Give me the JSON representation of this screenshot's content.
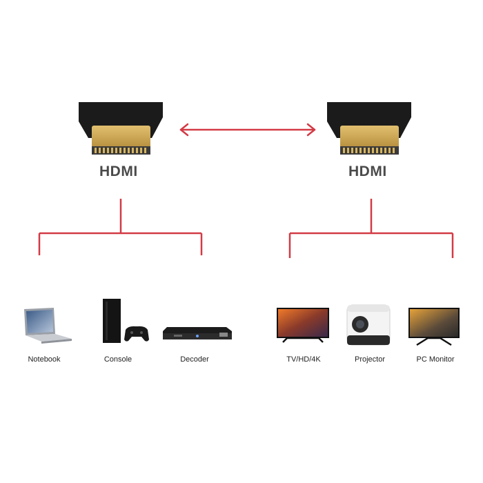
{
  "connectors": [
    {
      "label": "HDMI"
    },
    {
      "label": "HDMI"
    }
  ],
  "colors": {
    "connector_line": "#d33a45",
    "plug_body": "#1b1b1b",
    "plug_gold": "#c9a24a",
    "label": "#4a4a4a"
  },
  "devices_left": [
    {
      "label": "Notebook",
      "icon": "laptop-icon"
    },
    {
      "label": "Console",
      "icon": "game-console-icon"
    },
    {
      "label": "Decoder",
      "icon": "set-top-box-icon"
    }
  ],
  "devices_right": [
    {
      "label": "TV/HD/4K",
      "icon": "tv-icon"
    },
    {
      "label": "Projector",
      "icon": "projector-icon"
    },
    {
      "label": "PC Monitor",
      "icon": "monitor-icon"
    }
  ]
}
